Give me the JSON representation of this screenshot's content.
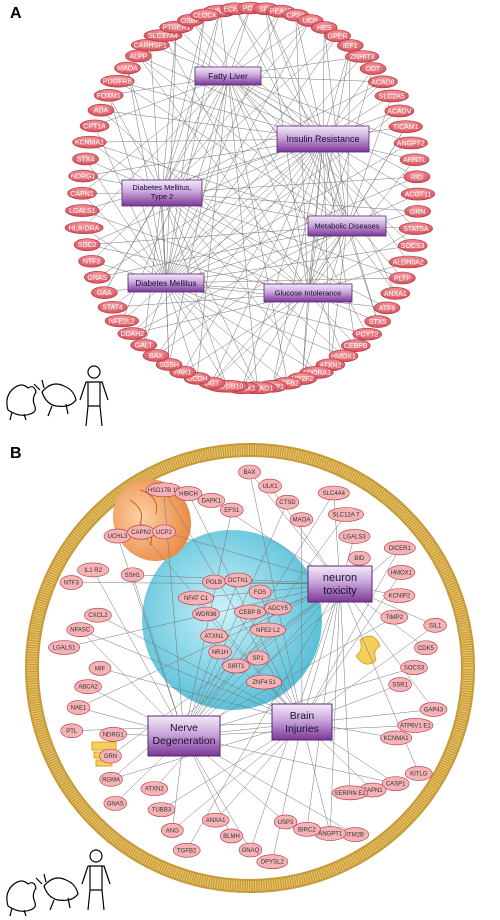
{
  "panel_a": {
    "label": "A",
    "diseases": [
      "Fatty Liver",
      "Insulin Resistance",
      "Diabetes Mellitus, Type 2",
      "Metabolic Diseases",
      "Diabetes Mellitus",
      "Glucose Intolerance"
    ],
    "genes": [
      "TMBIM6",
      "ECHS1",
      "POR",
      "SP1",
      "PEA15",
      "CPS1",
      "UCP",
      "HES",
      "GPER",
      "IEF1",
      "ZNHIT3",
      "DDT",
      "ACAD8",
      "SLC2A5",
      "ACADV",
      "TICAM1",
      "ANGPT2",
      "ARNTL",
      "RID",
      "ACOT11",
      "GRN",
      "STAT5A",
      "SOCS3",
      "ALDH3A2",
      "PLTP",
      "ANXA1",
      "ATF6",
      "STX5",
      "PCYT2",
      "CEBPB",
      "HMOX1",
      "ATXN2",
      "ADORA1",
      "NR2F2",
      "TGFB2",
      "CASP1",
      "SERTAD1",
      "MAP3K1",
      "HSD1/B10",
      "OGT",
      "GCDH",
      "PAK1",
      "SGSH",
      "BAX",
      "GALT",
      "DDAH2",
      "NFE2L2",
      "STAT4",
      "GAA",
      "GNAS",
      "NTF3",
      "SDC2",
      "HLA-DRA",
      "LGALS1",
      "CAPN1",
      "NDRG1",
      "STX4",
      "KCNMA1",
      "CPT1A",
      "ADA",
      "FOXM1",
      "PDGFRB",
      "MAOA",
      "ALPP",
      "CARHSP1",
      "SLC37A4",
      "PTGER1",
      "OSBP",
      "CLOCK"
    ]
  },
  "panel_b": {
    "label": "B",
    "diseases": [
      "neuron toxicity",
      "Nerve Degeneration",
      "Brain Injuries"
    ],
    "genes_outer": [
      "SSH1",
      "UCHL3",
      "CAPN2",
      "UCP2",
      "HSD17B 10",
      "HIBCH",
      "DAPK1",
      "EFS1",
      "BAX",
      "ULK1",
      "CTSD",
      "MAOA",
      "SLC4A4",
      "SLC12A 7",
      "LGALS3",
      "BID",
      "DICER1",
      "HMOX1",
      "KCNIP2",
      "TIMP2",
      "SIL1",
      "CDK5",
      "SOCS3",
      "SSR1",
      "GAP43",
      "ATP6V1 E1",
      "KCNMA1",
      "KITLG",
      "CASP1",
      "CAPN1",
      "SERPIN E2",
      "ITM2B",
      "ANGPT1",
      "BIRC2",
      "USP3",
      "DPYSL2",
      "GNAQ",
      "BLMH",
      "ANXA1",
      "TGFB2",
      "ANG",
      "TUBB3",
      "ATXN2",
      "GNAS",
      "RGMA",
      "GRN",
      "NDRG1",
      "PTL",
      "NAE1",
      "ABCA2",
      "MIF",
      "LGALS1",
      "NFASC",
      "CXCL2",
      "NTF3",
      "IL1 R2"
    ],
    "genes_inner": [
      "POLB",
      "DCTN1",
      "FOS",
      "NFAT C1",
      "CEBP B",
      "WDR36",
      "ATXN1",
      "NFE2 L2",
      "NR1H",
      "SIRT1",
      "SP1",
      "ZNF4 51",
      "ADCY5"
    ]
  },
  "figure": {
    "accent_gene": "#d9525a",
    "gene_border": "#b8323c",
    "disease_purple": "#8b46a8",
    "cell_ring": "#e8c36a",
    "nucleus": "#5fc6dc",
    "mitochondrion": "#f0a060"
  }
}
